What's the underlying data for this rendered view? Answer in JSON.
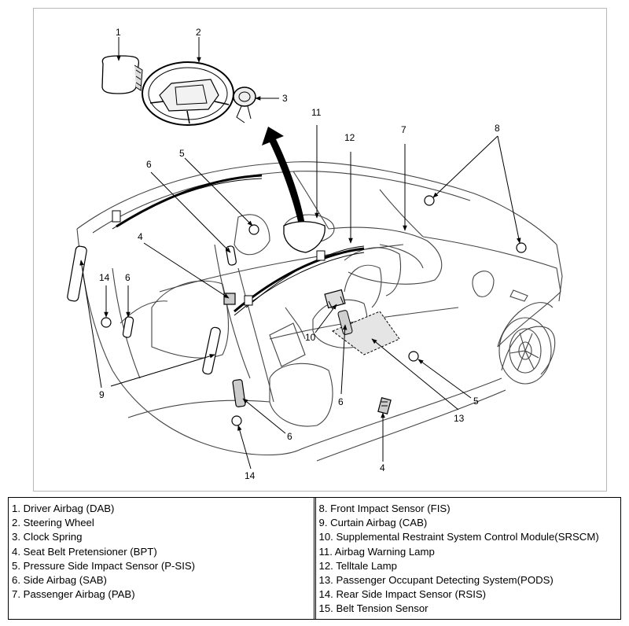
{
  "callouts": [
    "1",
    "2",
    "3",
    "4",
    "5",
    "6",
    "9",
    "10",
    "11",
    "12",
    "7",
    "8",
    "14",
    "13"
  ],
  "legend": {
    "left": [
      "1. Driver Airbag (DAB)",
      "2. Steering Wheel",
      "3. Clock Spring",
      "4. Seat Belt Pretensioner (BPT)",
      "5. Pressure Side Impact Sensor (P-SIS)",
      "6. Side Airbag (SAB)",
      "7. Passenger Airbag (PAB)"
    ],
    "right": [
      "8. Front Impact Sensor (FIS)",
      "9. Curtain Airbag (CAB)",
      "10. Supplemental Restraint System Control Module(SRSCM)",
      "11. Airbag Warning Lamp",
      "12. Telltale Lamp",
      "13. Passenger Occupant Detecting System(PODS)",
      "14. Rear Side Impact Sensor (RSIS)",
      "15. Belt Tension Sensor"
    ]
  }
}
